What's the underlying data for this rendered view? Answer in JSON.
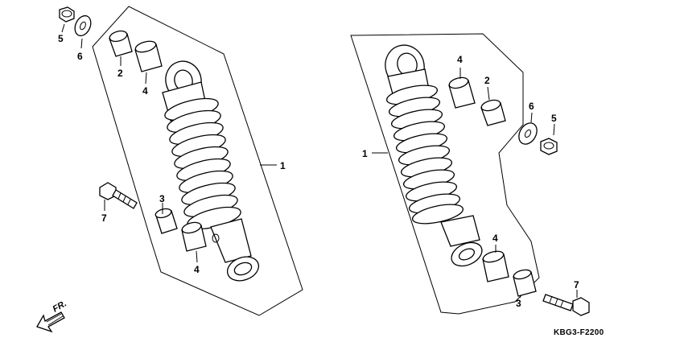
{
  "callouts": {
    "left": {
      "p1": "1",
      "p2": "2",
      "p3": "3",
      "p4a": "4",
      "p4b": "4",
      "p5": "5",
      "p6": "6",
      "p7": "7"
    },
    "right": {
      "p1": "1",
      "p2": "2",
      "p3": "3",
      "p4a": "4",
      "p4b": "4",
      "p5": "5",
      "p6": "6",
      "p7": "7"
    }
  },
  "front_label": "FR.",
  "drawing_code": "KBG3-F2200"
}
